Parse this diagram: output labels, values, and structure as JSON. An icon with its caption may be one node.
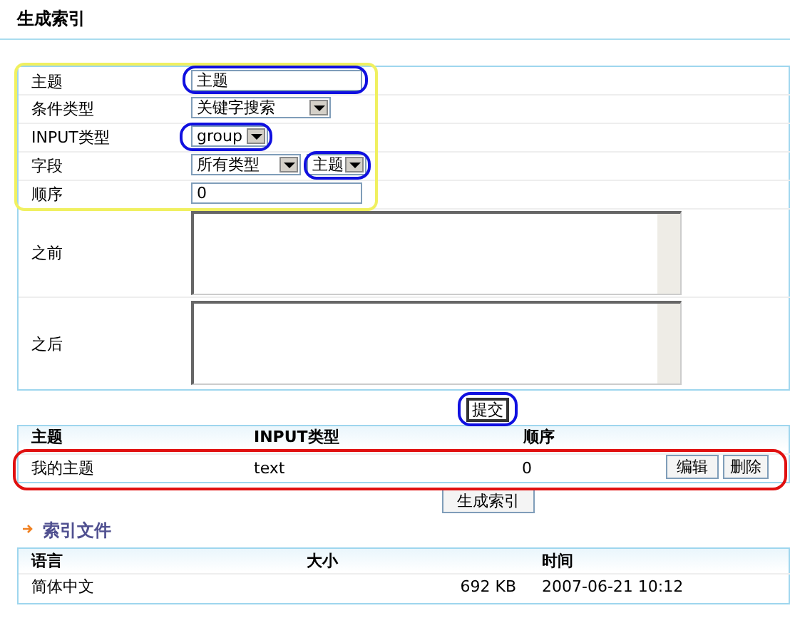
{
  "diagram": {
    "title": "生成索引",
    "labels": [
      "主题",
      "主题",
      "条件类型",
      "关键字搜索",
      "INPUT类型",
      "group",
      "字段",
      "所有类型",
      "主题",
      "顺序",
      "0",
      "之前",
      "之后",
      "提交",
      "主题",
      "INPUT类型",
      "顺序",
      "我的主题",
      "text",
      "0",
      "编辑",
      "删除",
      "生成索引",
      "索引文件",
      "语言",
      "大小",
      "时间",
      "简体中文",
      "692 KB",
      "2007-06-21 10:12"
    ]
  }
}
